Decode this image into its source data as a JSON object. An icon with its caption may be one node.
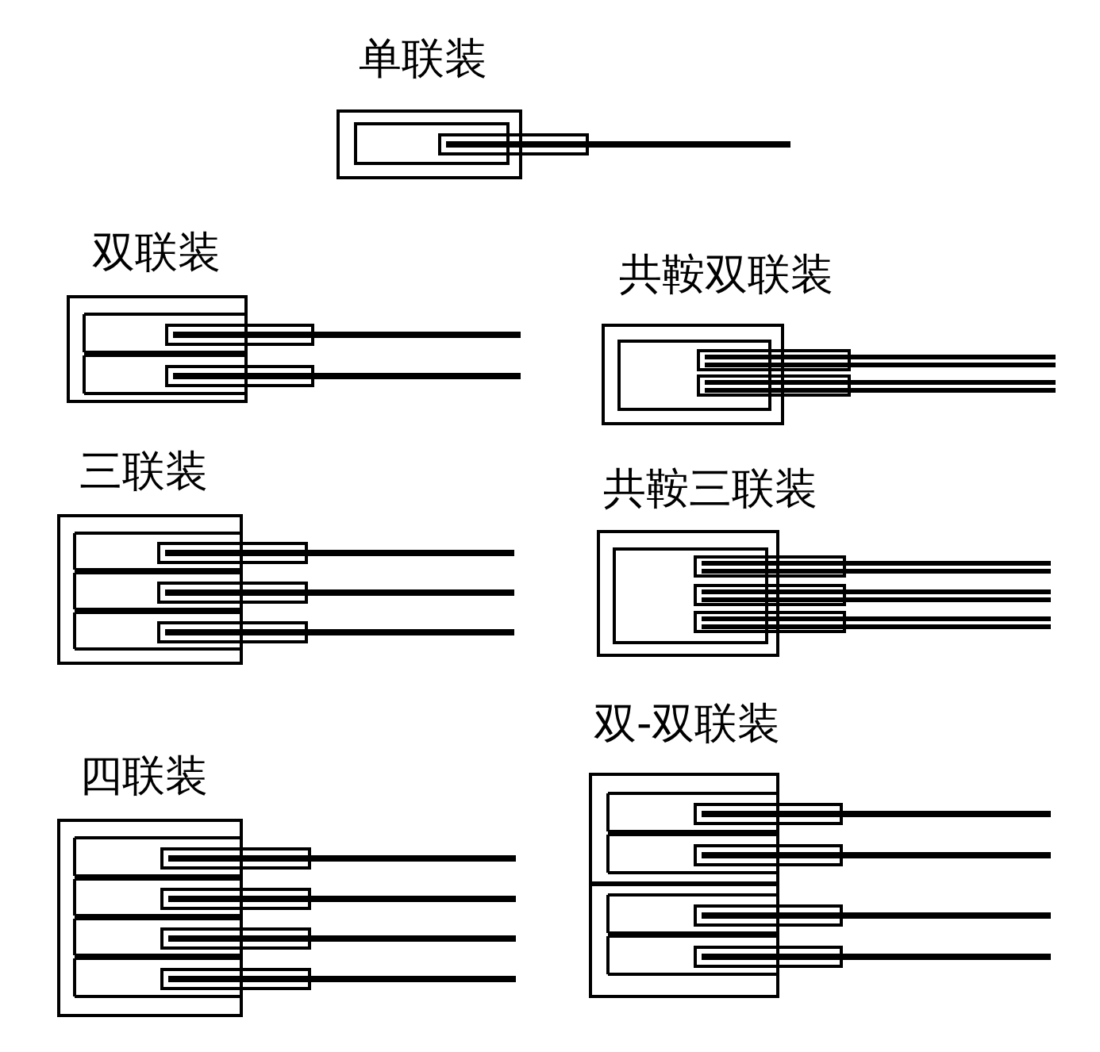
{
  "diagram": {
    "labels": [
      "单联装",
      "双联装",
      "共鞍双联装",
      "三联装",
      "共鞍三联装",
      "四联装",
      "双-双联装"
    ]
  }
}
